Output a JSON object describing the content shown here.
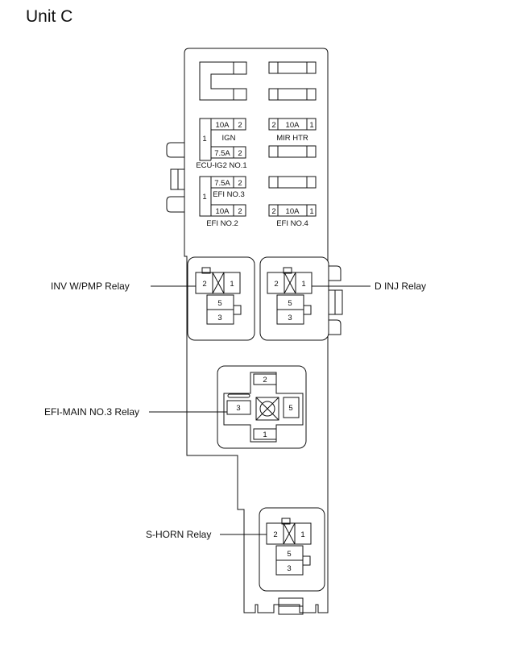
{
  "title": "Unit C",
  "fuses": {
    "ign": {
      "rating": "10A",
      "pin_a": "1",
      "pin_b": "2",
      "name": "IGN"
    },
    "ecu_ig2": {
      "rating": "7.5A",
      "pin_b": "2",
      "name": "ECU-IG2 NO.1"
    },
    "mir_htr": {
      "rating": "10A",
      "pin_a": "2",
      "pin_b": "1",
      "name": "MIR HTR"
    },
    "efi3": {
      "rating": "7.5A",
      "pin_a": "1",
      "pin_b": "2",
      "name": "EFI NO.3"
    },
    "efi2": {
      "rating": "10A",
      "pin_b": "2",
      "name": "EFI NO.2"
    },
    "efi4": {
      "rating": "10A",
      "pin_a": "2",
      "pin_b": "1",
      "name": "EFI NO.4"
    }
  },
  "relays": {
    "inv": {
      "label": "INV W/PMP Relay",
      "p2": "2",
      "p1": "1",
      "p5": "5",
      "p3": "3"
    },
    "dinj": {
      "label": "D INJ Relay",
      "p2": "2",
      "p1": "1",
      "p5": "5",
      "p3": "3"
    },
    "efimain": {
      "label": "EFI-MAIN NO.3 Relay",
      "p2": "2",
      "p3": "3",
      "p5": "5",
      "p1": "1"
    },
    "shorn": {
      "label": "S-HORN Relay",
      "p2": "2",
      "p1": "1",
      "p5": "5",
      "p3": "3"
    }
  }
}
